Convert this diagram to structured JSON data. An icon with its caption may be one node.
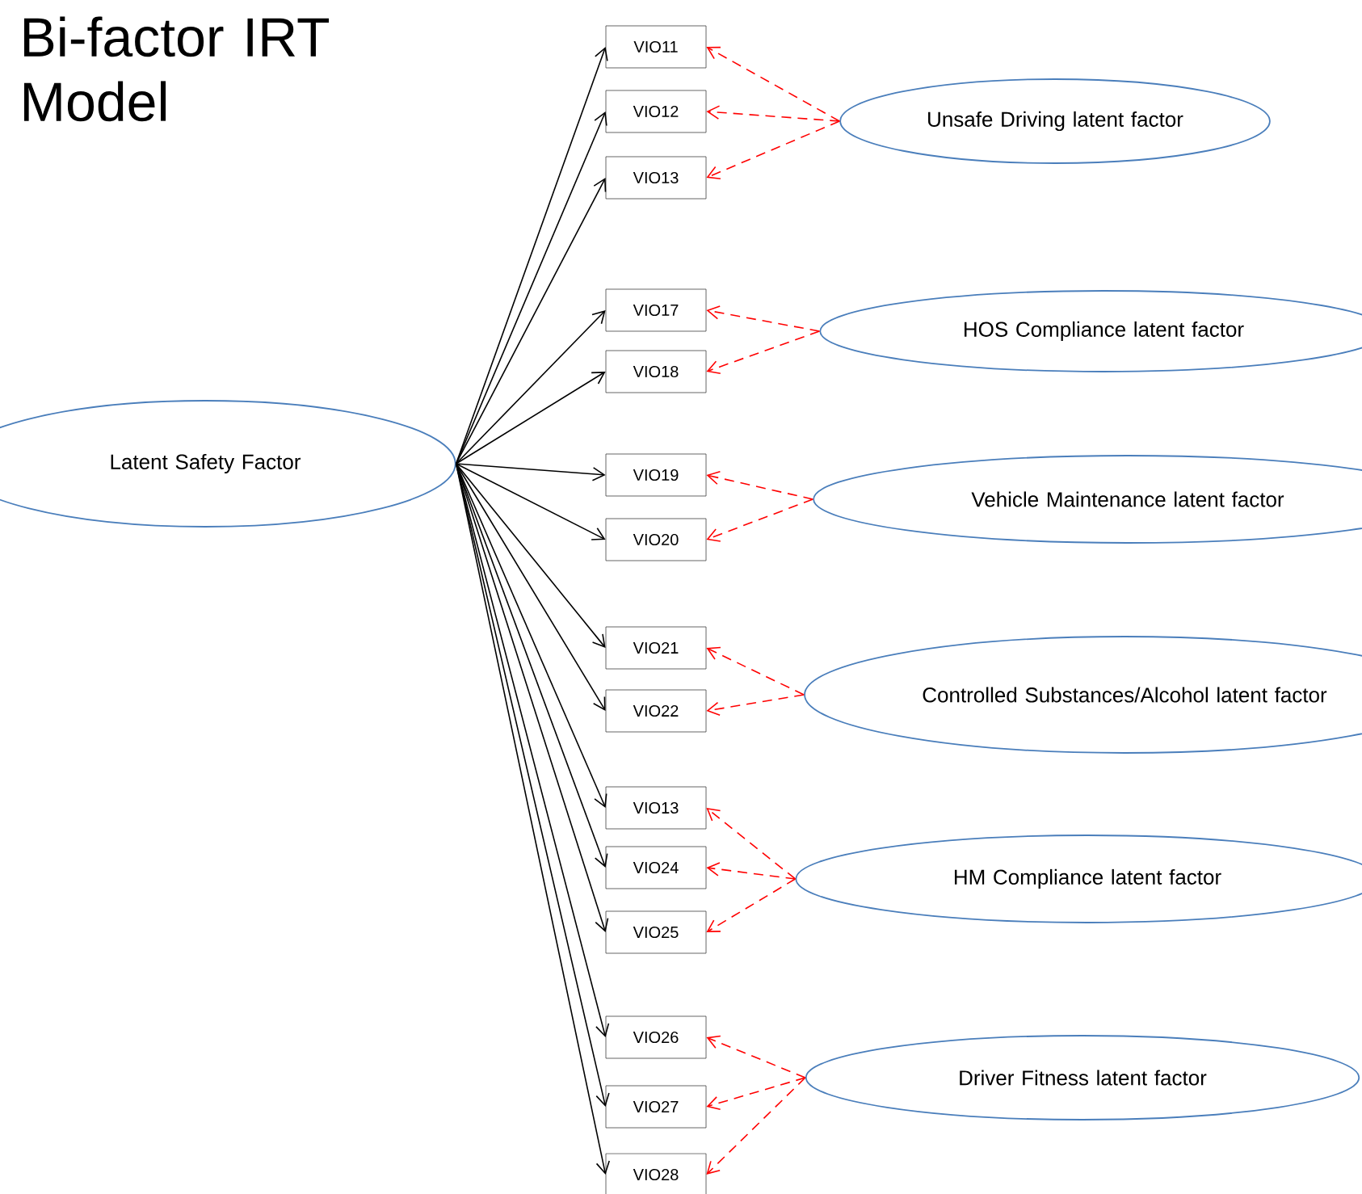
{
  "diagram": {
    "title": "Bi-factor IRT Model",
    "nodes": [
      {
        "text": [
          "Latent Safety Factor"
        ]
      },
      {
        "text": [
          "VIO11"
        ]
      },
      {
        "text": [
          "VIO12"
        ]
      },
      {
        "text": [
          "VIO13"
        ]
      },
      {
        "text": [
          "VIO17"
        ]
      },
      {
        "text": [
          "VIO18"
        ]
      },
      {
        "text": [
          "VIO19"
        ]
      },
      {
        "text": [
          "VIO20"
        ]
      },
      {
        "text": [
          "VIO21"
        ]
      },
      {
        "text": [
          "VIO22"
        ]
      },
      {
        "text": [
          "VIO13"
        ]
      },
      {
        "text": [
          "VIO24"
        ]
      },
      {
        "text": [
          "VIO25"
        ]
      },
      {
        "text": [
          "VIO26"
        ]
      },
      {
        "text": [
          "VIO27"
        ]
      },
      {
        "text": [
          "VIO28"
        ]
      },
      {
        "text": [
          "Unsafe Driving latent factor"
        ]
      },
      {
        "text": [
          "HOS Compliance latent factor"
        ]
      },
      {
        "text": [
          "Vehicle Maintenance latent factor"
        ]
      },
      {
        "text": [
          "Controlled Substances/Alcohol latent factor"
        ]
      },
      {
        "text": [
          "HM Compliance latent factor"
        ]
      },
      {
        "text": [
          "Driver Fitness latent factor"
        ]
      }
    ],
    "edges": [
      {
        "from": 0,
        "to": 1,
        "arrow": "to"
      },
      {
        "from": 0,
        "to": 2,
        "arrow": "to"
      },
      {
        "from": 0,
        "to": 3,
        "arrow": "to"
      },
      {
        "from": 0,
        "to": 4,
        "arrow": "to"
      },
      {
        "from": 0,
        "to": 5,
        "arrow": "to"
      },
      {
        "from": 0,
        "to": 6,
        "arrow": "to"
      },
      {
        "from": 0,
        "to": 7,
        "arrow": "to"
      },
      {
        "from": 0,
        "to": 8,
        "arrow": "to"
      },
      {
        "from": 0,
        "to": 9,
        "arrow": "to"
      },
      {
        "from": 0,
        "to": 10,
        "arrow": "to"
      },
      {
        "from": 0,
        "to": 11,
        "arrow": "to"
      },
      {
        "from": 0,
        "to": 12,
        "arrow": "to"
      },
      {
        "from": 0,
        "to": 13,
        "arrow": "to"
      },
      {
        "from": 0,
        "to": 14,
        "arrow": "to"
      },
      {
        "from": 0,
        "to": 15,
        "arrow": "to"
      },
      {
        "from": 16,
        "to": 1,
        "arrow": "to",
        "style": "dashed",
        "color": "#ff0000"
      },
      {
        "from": 16,
        "to": 2,
        "arrow": "to",
        "style": "dashed",
        "color": "#ff0000"
      },
      {
        "from": 16,
        "to": 3,
        "arrow": "to",
        "style": "dashed",
        "color": "#ff0000"
      },
      {
        "from": 17,
        "to": 4,
        "arrow": "to",
        "style": "dashed",
        "color": "#ff0000"
      },
      {
        "from": 17,
        "to": 5,
        "arrow": "to",
        "style": "dashed",
        "color": "#ff0000"
      },
      {
        "from": 18,
        "to": 6,
        "arrow": "to",
        "style": "dashed",
        "color": "#ff0000"
      },
      {
        "from": 18,
        "to": 7,
        "arrow": "to",
        "style": "dashed",
        "color": "#ff0000"
      },
      {
        "from": 19,
        "to": 8,
        "arrow": "to",
        "style": "dashed",
        "color": "#ff0000"
      },
      {
        "from": 19,
        "to": 9,
        "arrow": "to",
        "style": "dashed",
        "color": "#ff0000"
      },
      {
        "from": 20,
        "to": 10,
        "arrow": "to",
        "style": "dashed",
        "color": "#ff0000"
      },
      {
        "from": 20,
        "to": 11,
        "arrow": "to",
        "style": "dashed",
        "color": "#ff0000"
      },
      {
        "from": 20,
        "to": 12,
        "arrow": "to",
        "style": "dashed",
        "color": "#ff0000"
      },
      {
        "from": 21,
        "to": 13,
        "arrow": "to",
        "style": "dashed",
        "color": "#ff0000"
      },
      {
        "from": 21,
        "to": 14,
        "arrow": "to",
        "style": "dashed",
        "color": "#ff0000"
      },
      {
        "from": 21,
        "to": 15,
        "arrow": "to",
        "style": "dashed",
        "color": "#ff0000"
      }
    ]
  }
}
